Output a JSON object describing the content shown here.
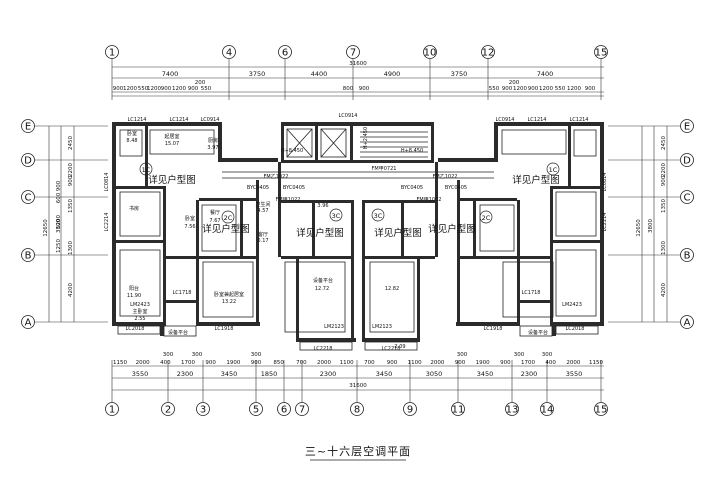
{
  "title": "三~十六层空调平面",
  "axes_top": [
    "1",
    "4",
    "6",
    "7",
    "10",
    "12",
    "15"
  ],
  "axes_bottom": [
    "1",
    "2",
    "3",
    "5",
    "6",
    "7",
    "8",
    "9",
    "11",
    "13",
    "14",
    "15"
  ],
  "axes_rows": [
    "E",
    "D",
    "C",
    "B",
    "A"
  ],
  "total_width": "31600",
  "top_dims_main": [
    "7400",
    "3750",
    "4400",
    "4900",
    "3750",
    "7400"
  ],
  "top_dims_detail_left": [
    "900",
    "1200",
    "550",
    "1200",
    "900",
    "1200",
    "900",
    "550"
  ],
  "top_dims_detail_right": [
    "550",
    "900",
    "1200",
    "900",
    "1200",
    "550",
    "1200",
    "900"
  ],
  "top_small": [
    "200",
    "200"
  ],
  "top_center": [
    "800",
    "900"
  ],
  "bottom_dims_detail": [
    "1150",
    "2000",
    "400",
    "1700",
    "900",
    "1900",
    "900",
    "850",
    "700",
    "2000",
    "1100",
    "700",
    "900",
    "1100",
    "2000",
    "900",
    "1900",
    "900",
    "1700",
    "400",
    "2000",
    "1150"
  ],
  "bottom_dims_main": [
    "3550",
    "2300",
    "3450",
    "1850",
    "2300",
    "3450",
    "3050",
    "3450",
    "2300",
    "3550"
  ],
  "bottom_small": [
    "300",
    "300",
    "300",
    "300",
    "300",
    "300"
  ],
  "left_dims_outer": [
    "2450",
    "2200",
    "900",
    "1350",
    "1300",
    "4200"
  ],
  "left_dims_inner": [
    "900",
    "600",
    "1200",
    "1250"
  ],
  "left_totals": [
    "12650",
    "3800"
  ],
  "right_dims_outer": [
    "2450",
    "2200",
    "900",
    "1350",
    "1300",
    "4200"
  ],
  "right_totals": [
    "12650",
    "3800"
  ],
  "unit_labels": [
    "详见户型图",
    "详见户型图",
    "详见户型图",
    "详见户型图",
    "详见户型图",
    "详见户型图"
  ],
  "unit_tags": [
    "1C",
    "2C",
    "3C",
    "3C",
    "2C",
    "1C"
  ],
  "window_labels": [
    "LC1214",
    "LC1214",
    "LC0914",
    "LC0914",
    "LC1214",
    "LC1214",
    "LC0814",
    "LC0814",
    "LC2214",
    "LC2214",
    "LC1718",
    "LC1718",
    "LC1918",
    "LC1918",
    "LC2018",
    "LC2018",
    "LC2218",
    "LC2218",
    "LM2423",
    "LM2423",
    "LM2123",
    "LM2123",
    "BYC0405",
    "BYC0405",
    "BYC0405",
    "BYC0405",
    "LC0914"
  ],
  "door_labels": [
    "FM甲0721",
    "FM甲1022",
    "FM甲1022",
    "FM乙1022",
    "FM乙1022"
  ],
  "elevation_labels": [
    "H+8.450",
    "H+8.450",
    "H+2.450"
  ],
  "room_labels": [
    "卧室",
    "起居室",
    "厨房",
    "卫生间",
    "餐厅",
    "卧室",
    "书房",
    "客厅",
    "阳台",
    "主卧室",
    "卧室兼起居室",
    "设备平台"
  ],
  "room_areas": [
    "8.48",
    "15.07",
    "3.97",
    "12.72",
    "4.57",
    "7.56",
    "7.67",
    "6.17",
    "11.90",
    "2.55",
    "13.22",
    "12.82",
    "3.96",
    "2.09"
  ],
  "side_note": "设备平台"
}
